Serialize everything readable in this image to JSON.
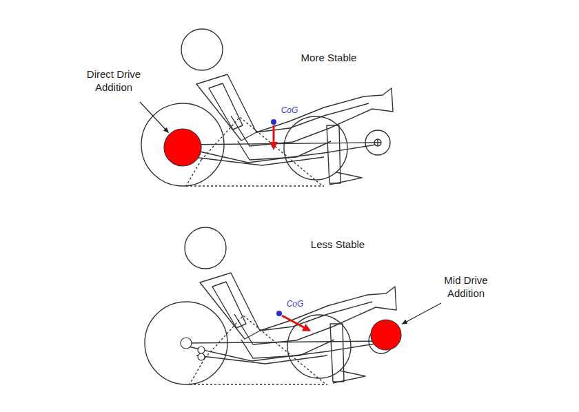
{
  "diagram": {
    "labels": [
      "Direct Drive Addition",
      "More Stable",
      "CoG",
      "Less Stable",
      "Mid Drive Addition",
      "CoG"
    ]
  }
}
